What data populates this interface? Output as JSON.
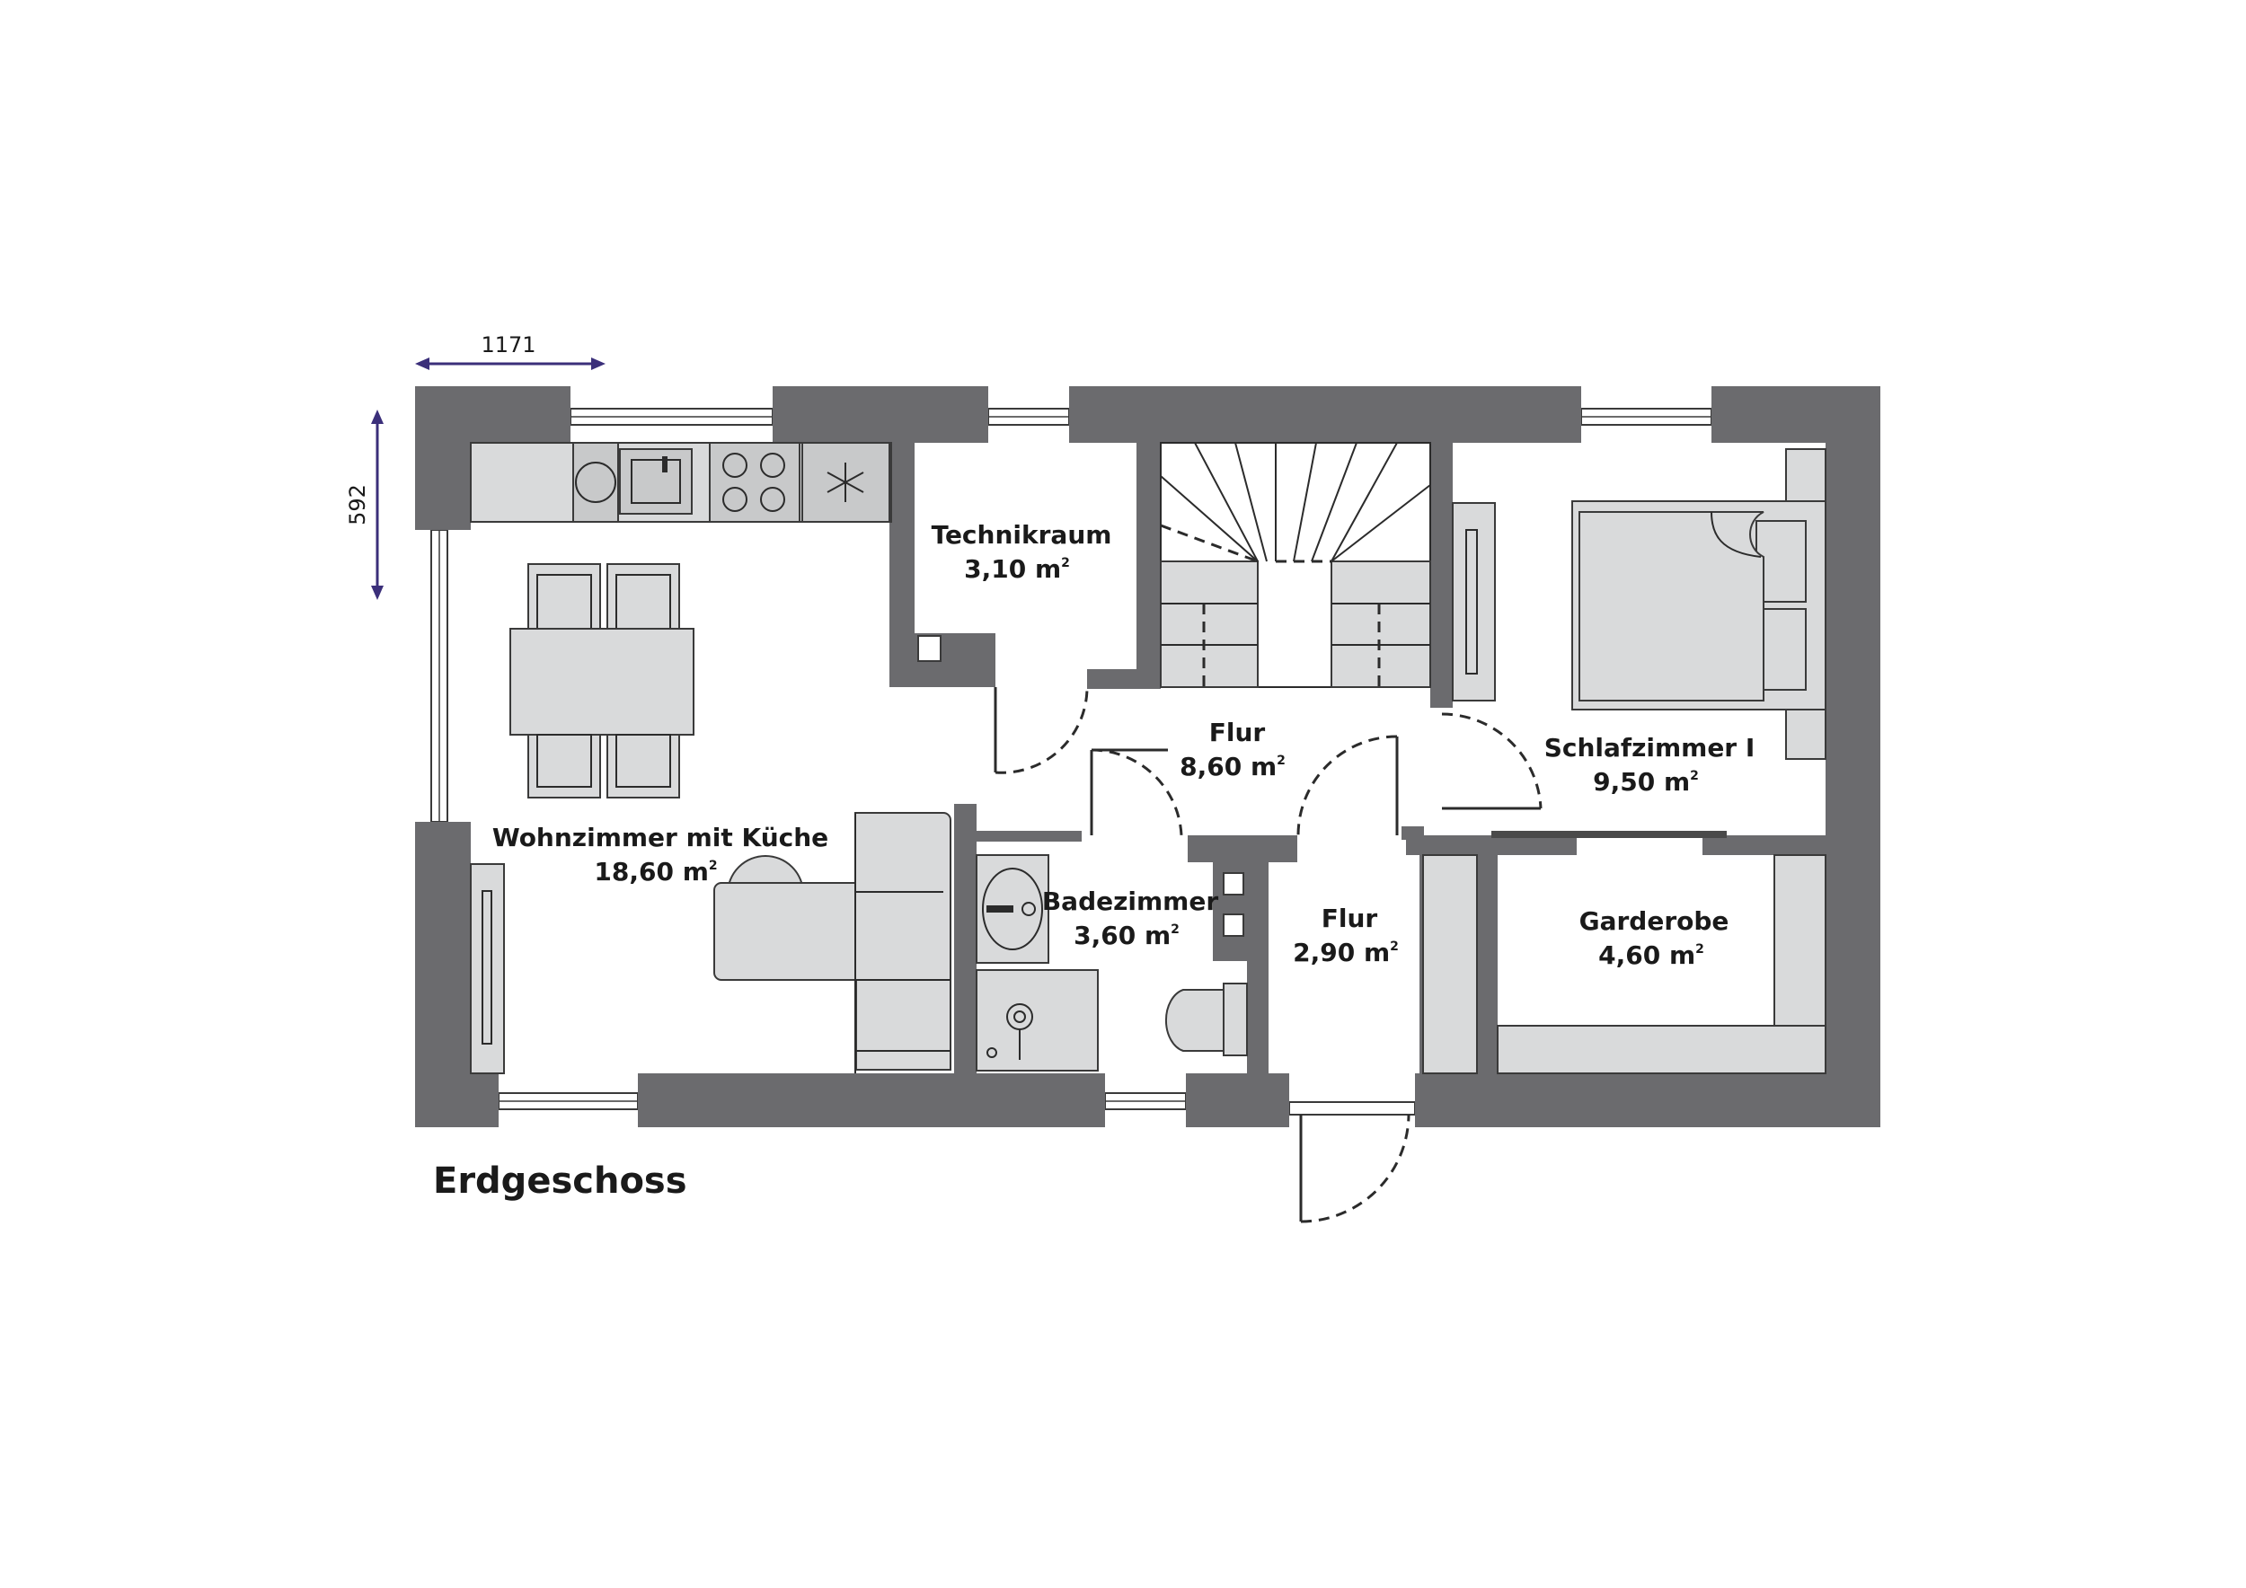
{
  "plan": {
    "title": "Erdgeschoss",
    "dim_width": "1171",
    "dim_height": "592",
    "accent_color": "#3b2f7a",
    "wall_color": "#6b6b6e",
    "furniture_color": "#d9dadb"
  },
  "rooms": {
    "technikraum": {
      "name": "Technikraum",
      "area": "3,10 m",
      "unit_sup": "2"
    },
    "flur_main": {
      "name": "Flur",
      "area": "8,60 m",
      "unit_sup": "2"
    },
    "schlafzimmer": {
      "name": "Schlafzimmer I",
      "area": "9,50 m",
      "unit_sup": "2"
    },
    "wohnzimmer": {
      "name": "Wohnzimmer mit Küche",
      "area": "18,60 m",
      "unit_sup": "2"
    },
    "badezimmer": {
      "name": "Badezimmer",
      "area": "3,60 m",
      "unit_sup": "2"
    },
    "flur_small": {
      "name": "Flur",
      "area": "2,90 m",
      "unit_sup": "2"
    },
    "garderobe": {
      "name": "Garderobe",
      "area": "4,60 m",
      "unit_sup": "2"
    }
  }
}
